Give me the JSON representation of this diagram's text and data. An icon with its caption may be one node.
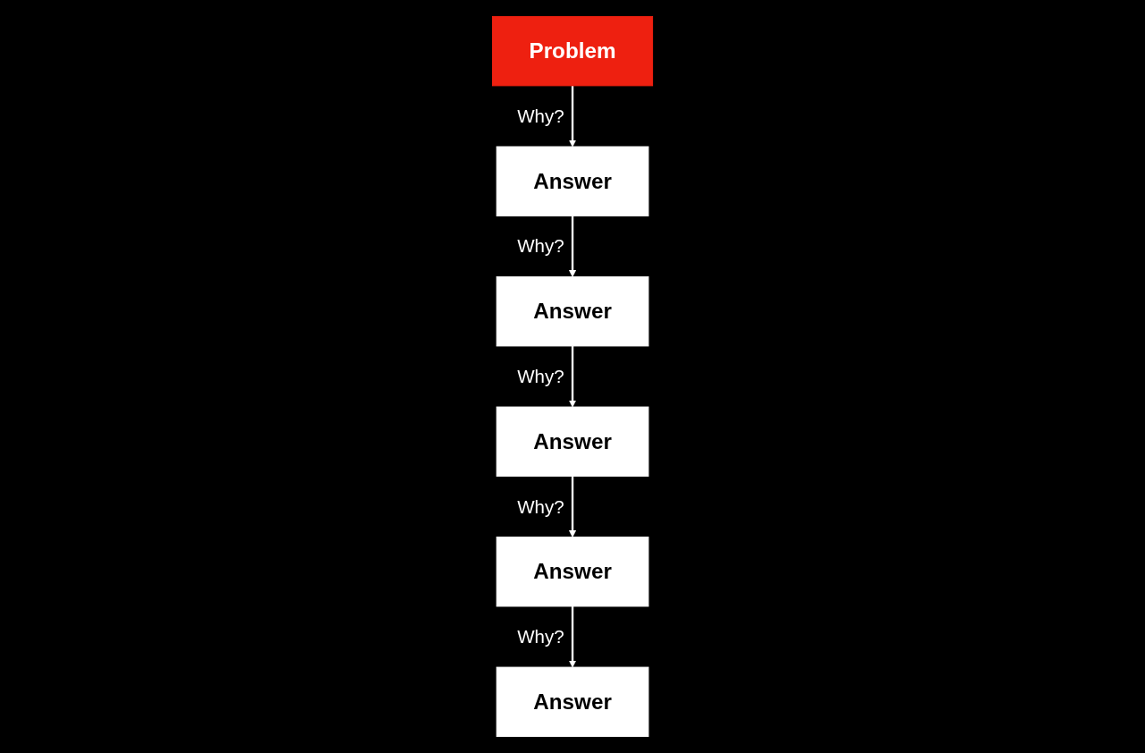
{
  "diagram": {
    "nodes": [
      {
        "text": [
          "Problem"
        ]
      },
      {
        "text": [
          "Answer"
        ]
      },
      {
        "text": [
          "Answer"
        ]
      },
      {
        "text": [
          "Answer"
        ]
      },
      {
        "text": [
          "Answer"
        ]
      },
      {
        "text": [
          "Answer"
        ]
      }
    ],
    "edges": [
      {
        "from": 0,
        "to": 1,
        "arrow": "to",
        "label": "Why?"
      },
      {
        "from": 1,
        "to": 2,
        "arrow": "to",
        "label": "Why?"
      },
      {
        "from": 2,
        "to": 3,
        "arrow": "to",
        "label": "Why?"
      },
      {
        "from": 3,
        "to": 4,
        "arrow": "to",
        "label": "Why?"
      },
      {
        "from": 4,
        "to": 5,
        "arrow": "to",
        "label": "Why?"
      }
    ]
  }
}
